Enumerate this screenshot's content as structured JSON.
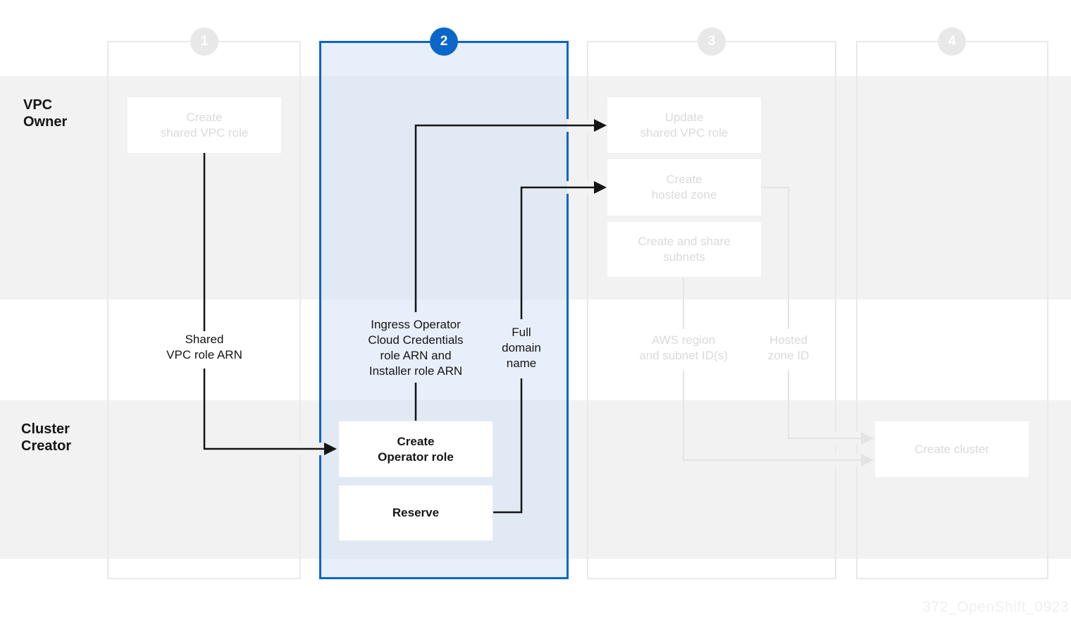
{
  "watermark": "372_OpenShift_0923",
  "rows": [
    {
      "label": "VPC\nOwner"
    },
    {
      "label": "Cluster\nCreator"
    }
  ],
  "steps": [
    {
      "number": "1",
      "active": false
    },
    {
      "number": "2",
      "active": true
    },
    {
      "number": "3",
      "active": false
    },
    {
      "number": "4",
      "active": false
    }
  ],
  "boxes": {
    "create_shared_vpc_role": "Create\nshared VPC role",
    "update_shared_vpc_role": "Update\nshared VPC role",
    "create_hosted_zone": "Create\nhosted zone",
    "create_and_share_subnets": "Create and share\nsubnets",
    "create_operator_role": "Create\nOperator role",
    "reserve": "Reserve",
    "create_cluster": "Create cluster"
  },
  "edge_labels": {
    "shared_vpc_role_arn": "Shared\nVPC role ARN",
    "ingress_installer_arn": "Ingress Operator\nCloud Credentials\nrole ARN and\nInstaller role ARN",
    "full_domain_name": "Full\ndomain\nname",
    "aws_region_subnets": "AWS region\nand subnet ID(s)",
    "hosted_zone_id": "Hosted\nzone ID"
  },
  "colors": {
    "active_blue": "#0a66c8",
    "band_gray": "#f2f2f2",
    "frame_gray": "#e9e9e9",
    "inactive_text": "#d9dadb",
    "active_text": "#151515",
    "inactive_line": "#e4e4e4",
    "active_line": "#151515"
  }
}
